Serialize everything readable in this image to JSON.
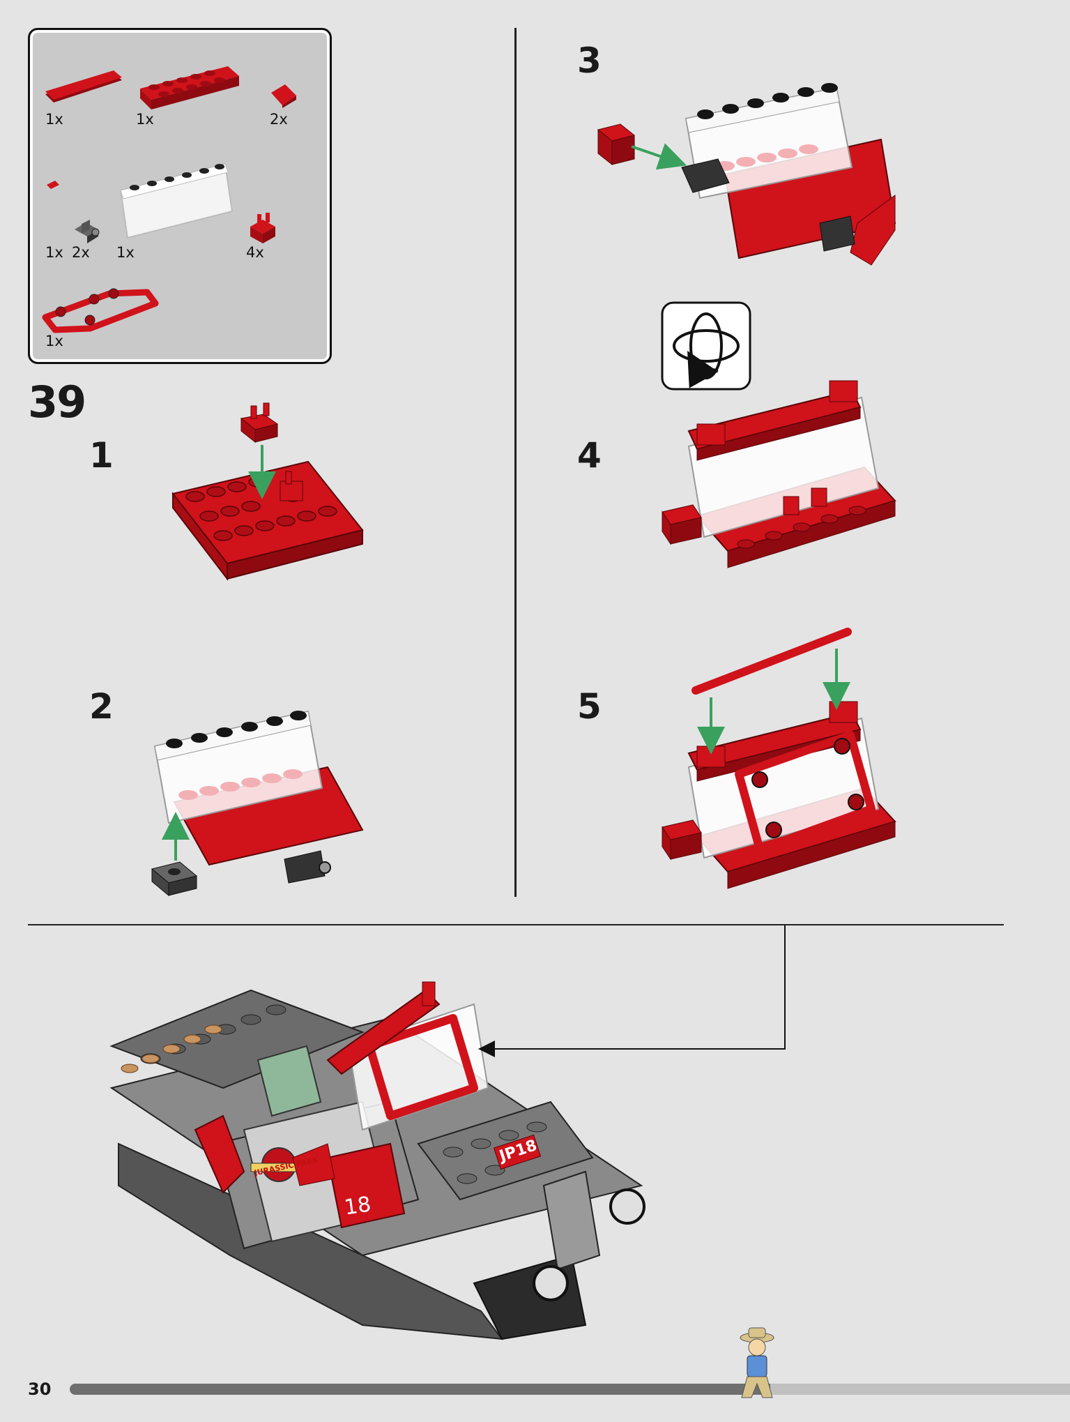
{
  "page": {
    "number": "30",
    "progress": 0.7
  },
  "step": {
    "number": "39",
    "sub_steps": [
      "1",
      "2",
      "3",
      "4",
      "5"
    ]
  },
  "parts": [
    {
      "name": "red-tile-1x4",
      "qty": "1x"
    },
    {
      "name": "red-plate-2x6",
      "qty": "1x"
    },
    {
      "name": "red-slope-1x1",
      "qty": "2x"
    },
    {
      "name": "red-tile-1x1",
      "qty": "1x"
    },
    {
      "name": "dark-grey-bracket",
      "qty": "2x"
    },
    {
      "name": "trans-clear-windscreen",
      "qty": "1x"
    },
    {
      "name": "red-clip-plate",
      "qty": "4x"
    },
    {
      "name": "red-frame-bar",
      "qty": "1x"
    }
  ],
  "decals": {
    "park_logo": "JURASSIC PARK",
    "door_number": "18",
    "hood_plate": "JP18"
  },
  "colors": {
    "red": "#d0121b",
    "dark_red": "#8e0a10",
    "arrow_green": "#3aa05e",
    "grey": "#9a9a9a",
    "dark_grey": "#4d4d4d",
    "background": "#e4e4e4"
  },
  "icons": {
    "rotate": "rotate-model-icon",
    "minifig": "explorer-minifig-icon"
  }
}
